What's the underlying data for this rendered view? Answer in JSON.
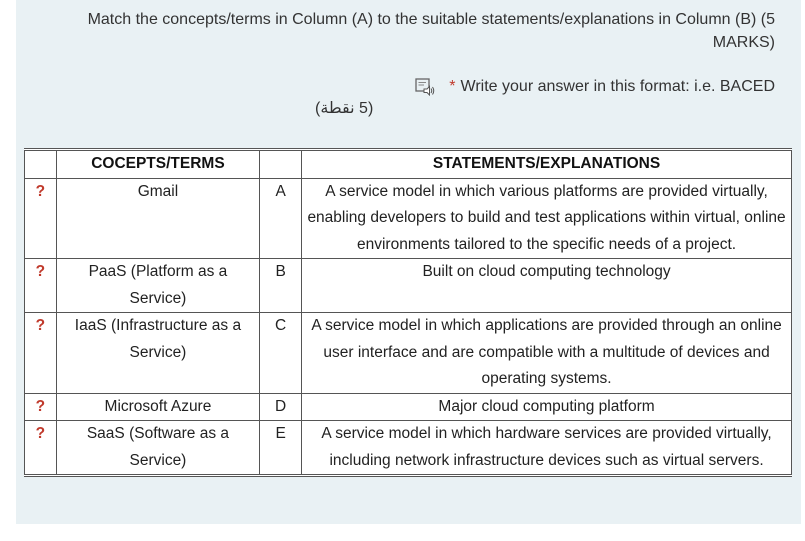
{
  "question": {
    "text": "Match the concepts/terms in Column (A) to the suitable statements/explanations in Column (B) (5 MARKS)"
  },
  "instruction": {
    "asterisk": "*",
    "text": "Write your answer in this format: i.e. BACED",
    "points": "(5 نقطة)"
  },
  "table": {
    "headers": {
      "blank": "",
      "terms": "COCEPTS/TERMS",
      "letter": "",
      "statements": "STATEMENTS/EXPLANATIONS"
    },
    "rows": [
      {
        "answer": "?",
        "term": "Gmail",
        "letter": "A",
        "statement": "A service model in which various platforms are provided virtually, enabling developers to build and test applications within virtual, online environments tailored to the specific needs of a project."
      },
      {
        "answer": "?",
        "term": "PaaS (Platform as a Service)",
        "letter": "B",
        "statement": "Built on cloud computing technology"
      },
      {
        "answer": "?",
        "term": "IaaS (Infrastructure as a Service)",
        "letter": "C",
        "statement": "A service model in which applications are provided through an online user interface and are compatible with a multitude of devices and operating systems."
      },
      {
        "answer": "?",
        "term": "Microsoft Azure",
        "letter": "D",
        "statement": "Major cloud computing platform"
      },
      {
        "answer": "?",
        "term": "SaaS (Software as a Service)",
        "letter": "E",
        "statement": "A service model in which hardware services are provided virtually, including network infrastructure devices such as virtual servers."
      }
    ]
  },
  "icons": {
    "audio": "immersive-reader-audio-icon"
  },
  "colors": {
    "panel": "#e9f1f4",
    "answer_mark": "#c0392b",
    "border": "#555555"
  }
}
